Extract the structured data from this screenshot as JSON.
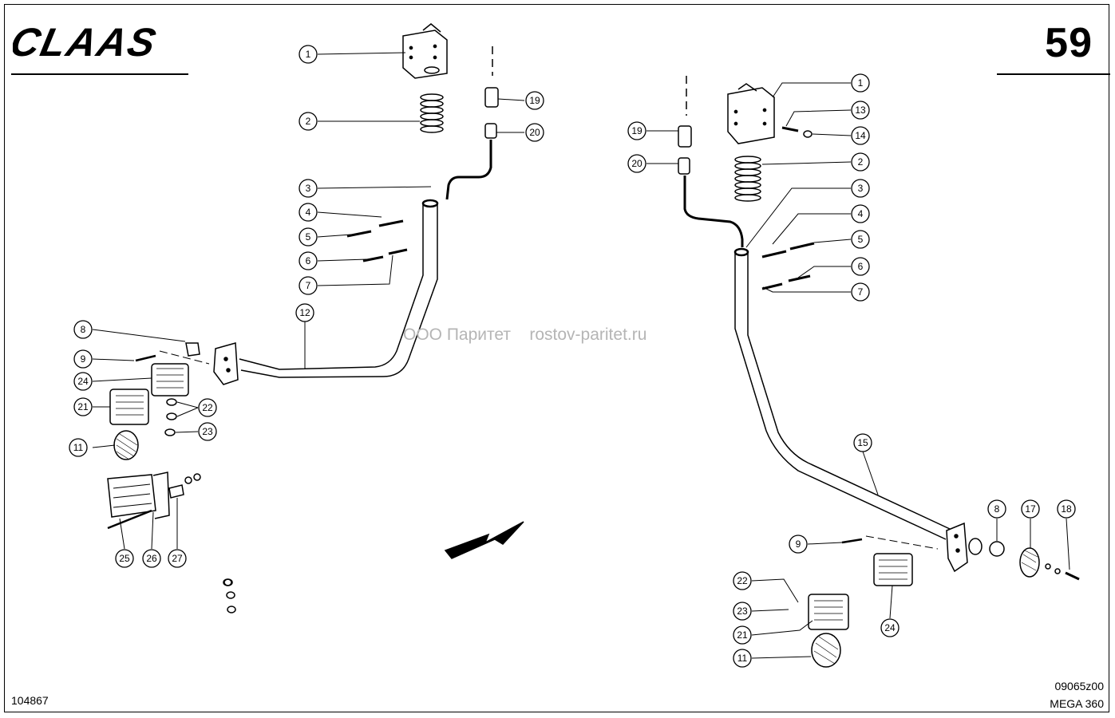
{
  "header": {
    "brand": "CLAAS",
    "page_number": "59"
  },
  "watermark": {
    "company": "ООО Паритет",
    "website": "rostov-paritet.ru"
  },
  "footer": {
    "drawing_number": "104867",
    "document_code": "09065z00",
    "model": "MEGA 360"
  },
  "callouts": {
    "left": [
      "1",
      "2",
      "19",
      "20",
      "3",
      "4",
      "5",
      "6",
      "7",
      "12",
      "8",
      "9",
      "24",
      "21",
      "22",
      "23",
      "11",
      "25",
      "26",
      "27"
    ],
    "right": [
      "1",
      "13",
      "14",
      "19",
      "20",
      "2",
      "3",
      "4",
      "5",
      "6",
      "7",
      "15",
      "8",
      "17",
      "18",
      "9",
      "22",
      "23",
      "24",
      "21",
      "11"
    ]
  }
}
